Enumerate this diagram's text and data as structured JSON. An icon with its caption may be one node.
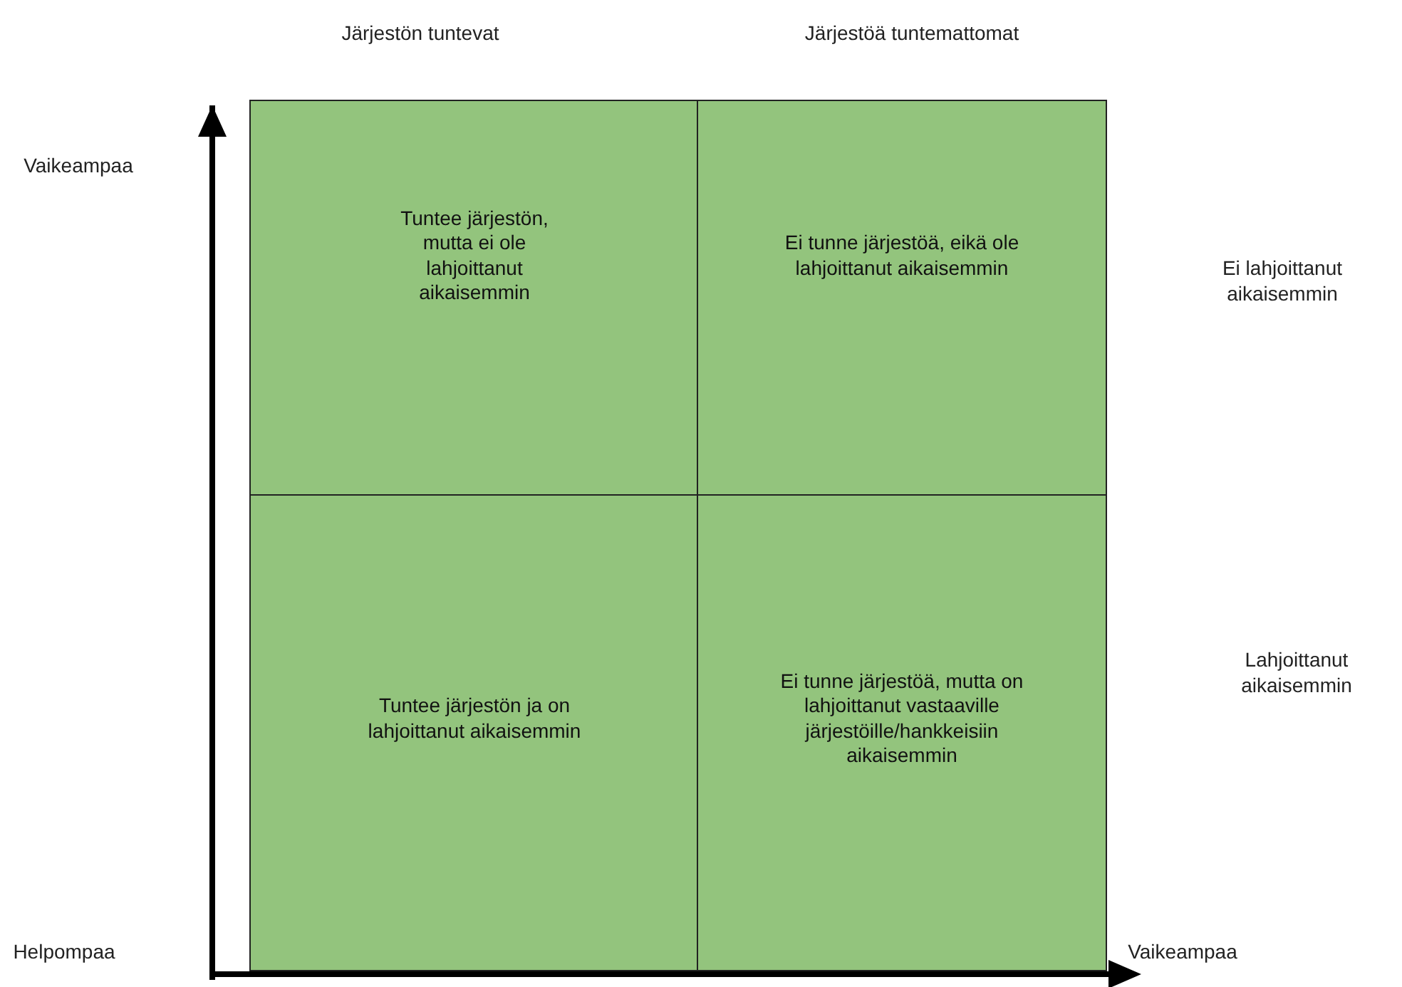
{
  "diagram": {
    "nodes": [
      {
        "text": [
          "Tuntee järjestön, mutta ei ole lahjoittanut aikaisemmin"
        ]
      },
      {
        "text": [
          "Ei tunne järjestöä, eikä ole lahjoittanut aikaisemmin"
        ]
      },
      {
        "text": [
          "Tuntee järjestön ja on lahjoittanut aikaisemmin"
        ]
      },
      {
        "text": [
          "Ei tunne järjestöä, mutta on lahjoittanut vastaaville järjestöille/hankkeisiin aikaisemmin"
        ]
      }
    ],
    "edges": [],
    "labels": [
      "Järjestön tuntevat",
      "Järjestöä tuntemattomat",
      "Vaikeampaa",
      "Ei lahjoittanut aikaisemmin",
      "Lahjoittanut aikaisemmin",
      "Helpompaa",
      "Vaikeampaa"
    ]
  }
}
